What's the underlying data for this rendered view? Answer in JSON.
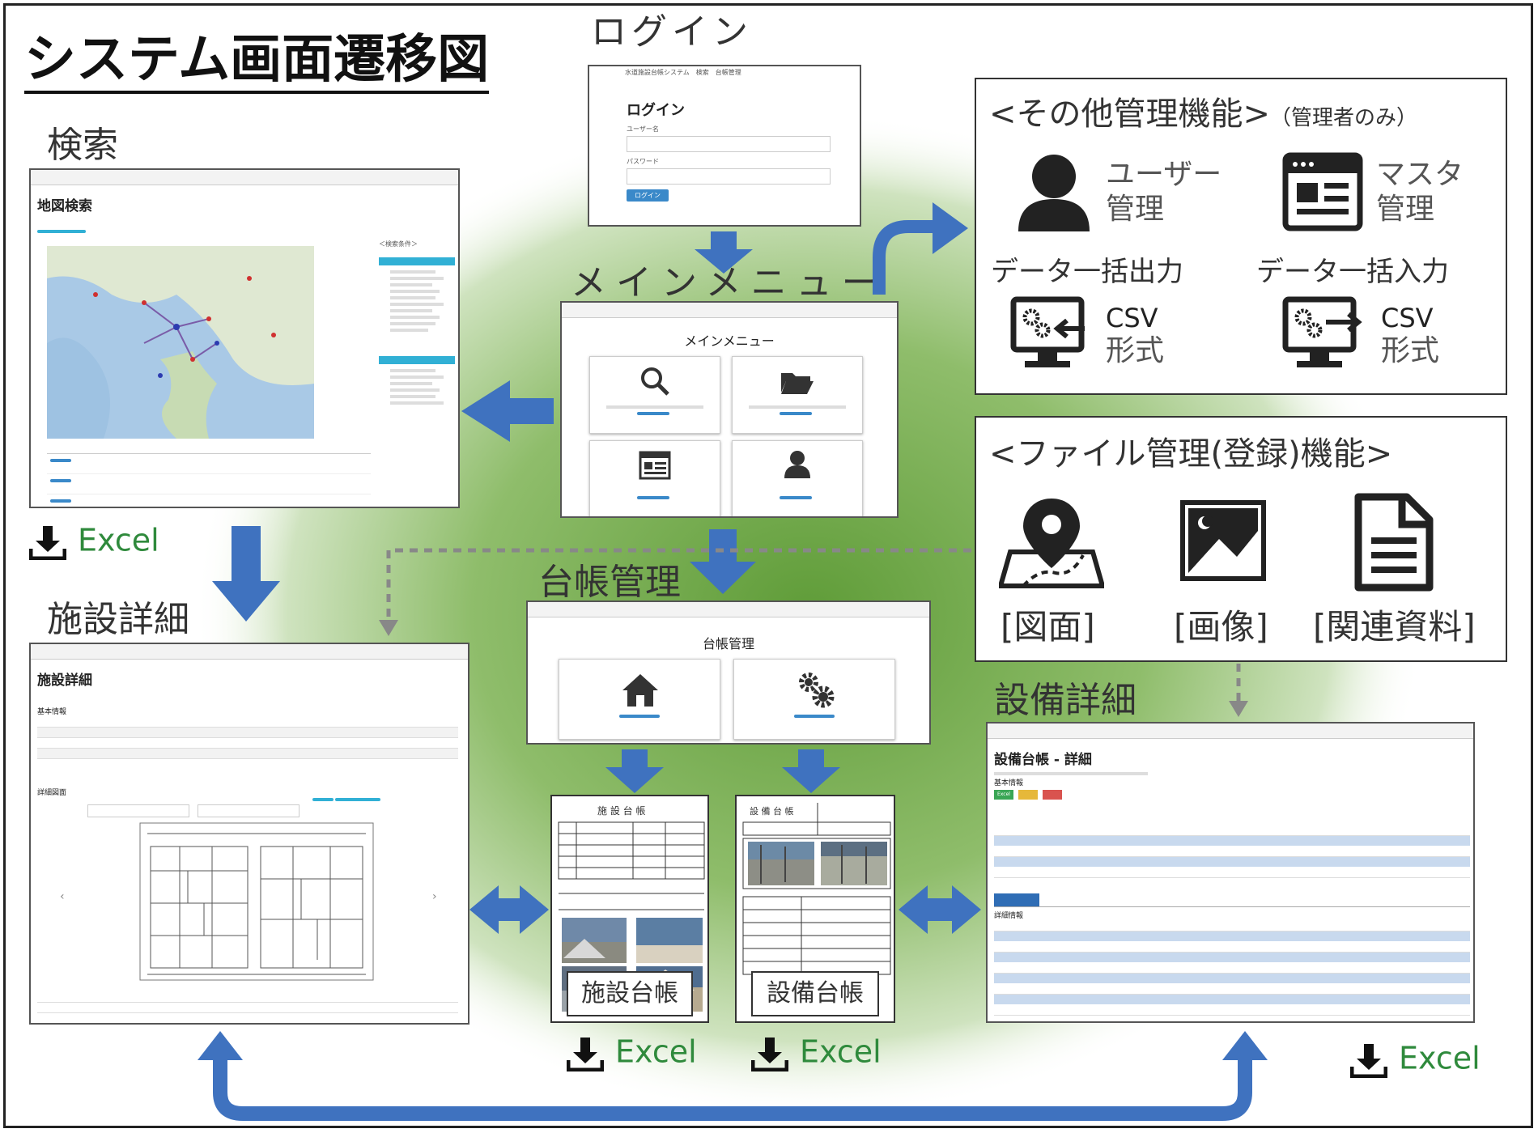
{
  "title": "システム画面遷移図",
  "login": {
    "label": "ログイン",
    "nav": "水道施設台帳システム　検索　台帳管理",
    "heading": "ログイン",
    "user_label": "ユーザー名",
    "password_label": "パスワード",
    "button": "ログイン"
  },
  "main_menu": {
    "label": "メインメニュー",
    "heading": "メインメニュー"
  },
  "search": {
    "label": "検索",
    "heading": "地図検索",
    "side_panel_title": "＜検索条件＞"
  },
  "facility_detail": {
    "label": "施設詳細",
    "heading": "施設詳細",
    "section_basic": "基本情報",
    "section_drawing": "詳細図面"
  },
  "ledger_management": {
    "label": "台帳管理",
    "heading": "台帳管理"
  },
  "facility_ledger": {
    "label": "施設台帳"
  },
  "equipment_ledger": {
    "label": "設備台帳"
  },
  "equipment_detail": {
    "label": "設備詳細",
    "heading": "設備台帳 - 詳細",
    "section_basic": "基本情報",
    "section_detail": "詳細情報",
    "btn_green": "Excel"
  },
  "other_functions": {
    "title": "<その他管理機能>",
    "note": "（管理者のみ）",
    "user_mgmt": [
      "ユーザー",
      "管理"
    ],
    "master_mgmt": [
      "マスタ",
      "管理"
    ],
    "bulk_export": "データ一括出力",
    "bulk_import": "データ一括入力",
    "csv_format": [
      "CSV",
      "形式"
    ]
  },
  "file_functions": {
    "title": "<ファイル管理(登録)機能>",
    "drawing": "[図面]",
    "image": "[画像]",
    "related_docs": "[関連資料]"
  },
  "excel_label": "Excel",
  "colors": {
    "arrow": "#3f72bf",
    "excel": "#2f8a3c",
    "background_circle": "#7fb35a",
    "button": "#3a89c9"
  }
}
